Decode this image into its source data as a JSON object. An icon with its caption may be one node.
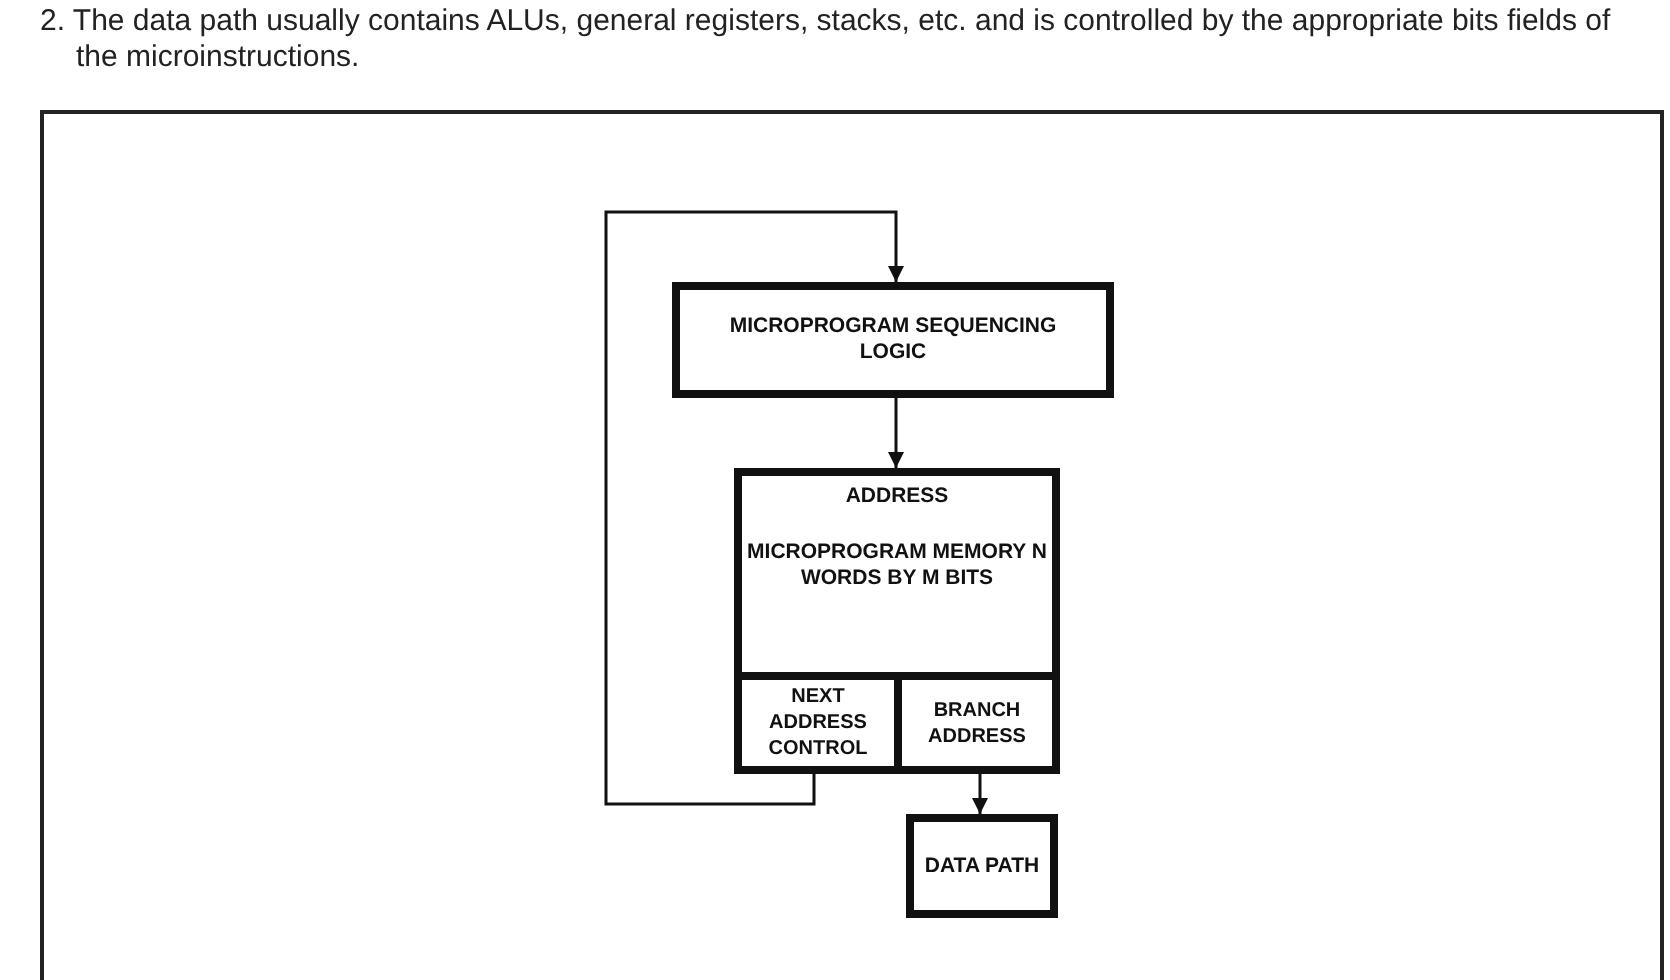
{
  "diagram": {
    "nodes": [
      {
        "text": [
          "MICROPROGRAM SEQUENCING LOGIC"
        ]
      },
      {
        "text": [
          "ADDRESS",
          "MICROPROGRAM MEMORY N WORDS BY M BITS"
        ]
      },
      {
        "text": [
          "NEXT ADDRESS CONTROL"
        ],
        "in": 1
      },
      {
        "text": [
          "BRANCH ADDRESS"
        ],
        "in": 1
      },
      {
        "text": [
          "DATA PATH"
        ]
      }
    ],
    "edges": [
      {
        "from": 0,
        "to": 1,
        "arrow": "to"
      },
      {
        "from": 2,
        "to": 0,
        "arrow": "to"
      },
      {
        "from": 3,
        "to": 4,
        "arrow": "to"
      }
    ],
    "labels": [
      "2. The data path usually contains ALUs, general registers, stacks, etc. and is controlled by the appropriate bits fields of the microinstructions."
    ]
  }
}
